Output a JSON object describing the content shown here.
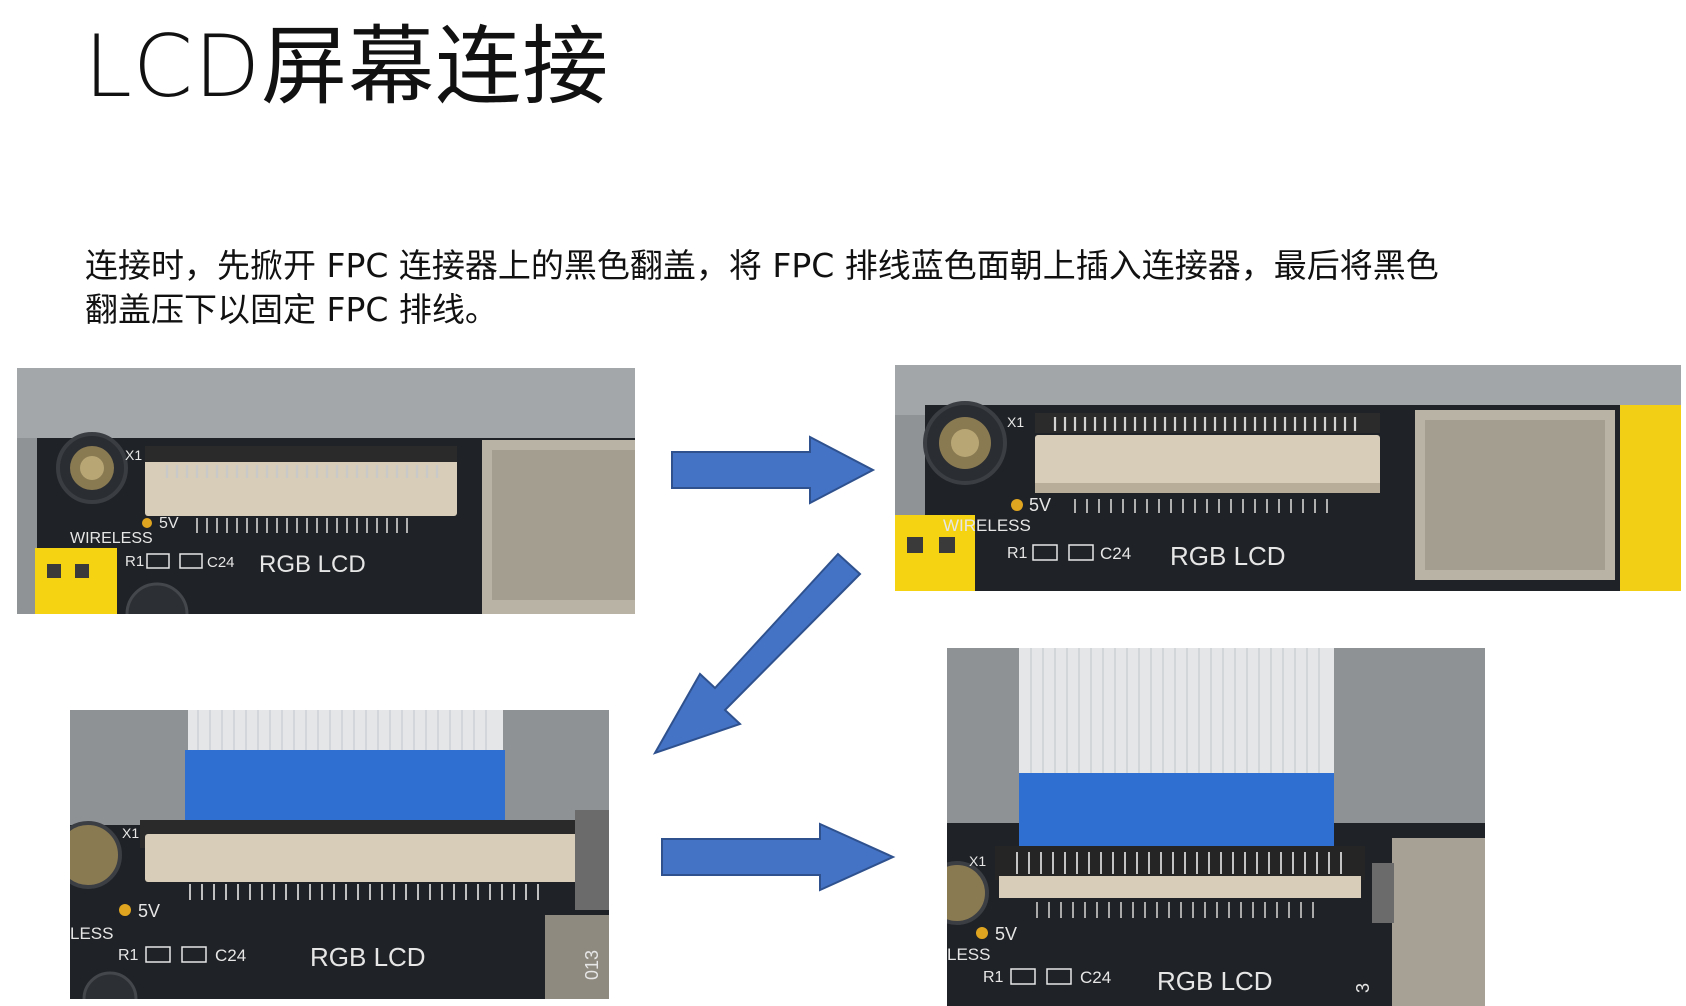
{
  "title": "LCD屏幕连接",
  "description": {
    "line1": "连接时，先掀开 FPC 连接器上的黑色翻盖，将 FPC 排线蓝色面朝上插入连接器，最后将黑色",
    "line2": "翻盖压下以固定 FPC 排线。"
  },
  "photos": [
    {
      "step": "connector-closed",
      "silkscreen": {
        "label": "RGB LCD",
        "vcc": "5V",
        "wireless": "WIRELESS",
        "r1": "R1",
        "c24": "C24",
        "x1": "X1"
      }
    },
    {
      "step": "connector-flap-open",
      "silkscreen": {
        "label": "RGB LCD",
        "vcc": "5V",
        "wireless": "WIRELESS",
        "r1": "R1",
        "c24": "C24",
        "x1": "X1"
      }
    },
    {
      "step": "ribbon-inserted-blue-up",
      "silkscreen": {
        "label": "RGB LCD",
        "vcc": "5V",
        "wireless": "LESS",
        "r1": "R1",
        "c24": "C24",
        "x1": "X1",
        "edge": "013"
      }
    },
    {
      "step": "flap-pressed-down",
      "silkscreen": {
        "label": "RGB LCD",
        "vcc": "5V",
        "wireless": "LESS",
        "r1": "R1",
        "c24": "C24",
        "x1": "X1",
        "edge": "3"
      }
    }
  ],
  "arrows": [
    {
      "direction": "right",
      "icon": "arrow-right-icon"
    },
    {
      "direction": "down-left",
      "icon": "arrow-down-left-icon"
    },
    {
      "direction": "right",
      "icon": "arrow-right-icon"
    }
  ],
  "colors": {
    "arrow_fill": "#4472c4",
    "arrow_stroke": "#2f528f",
    "pcb": "#1f2226",
    "connector_body": "#d8cdb8",
    "ribbon_blue": "#2f6fd1",
    "ribbon_white": "#e4e6e8",
    "header_yellow": "#f5d312"
  }
}
